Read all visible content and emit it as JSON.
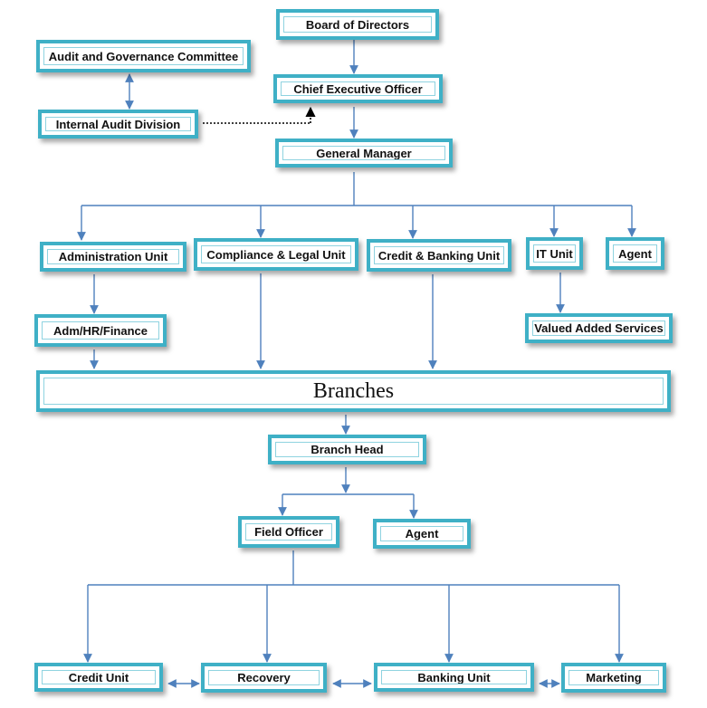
{
  "colors": {
    "box_border": "#3fb0c6",
    "connector": "#4f81bd",
    "dotted": "#000000"
  },
  "nodes": {
    "board": "Board of Directors",
    "audit_committee": "Audit and Governance Committee",
    "ceo": "Chief Executive Officer",
    "internal_audit": "Internal Audit Division",
    "general_manager": "General Manager",
    "admin_unit": "Administration Unit",
    "compliance": "Compliance & Legal Unit",
    "credit_banking": "Credit & Banking Unit",
    "it_unit": "IT Unit",
    "agent_top": "Agent",
    "adm_hr": "Adm/HR/Finance",
    "vas": "Valued Added Services",
    "branches": "Branches",
    "branch_head": "Branch Head",
    "field_officer": "Field Officer",
    "agent_branch": "Agent",
    "credit_unit": "Credit Unit",
    "recovery": "Recovery",
    "banking_unit": "Banking Unit",
    "marketing": "Marketing"
  }
}
